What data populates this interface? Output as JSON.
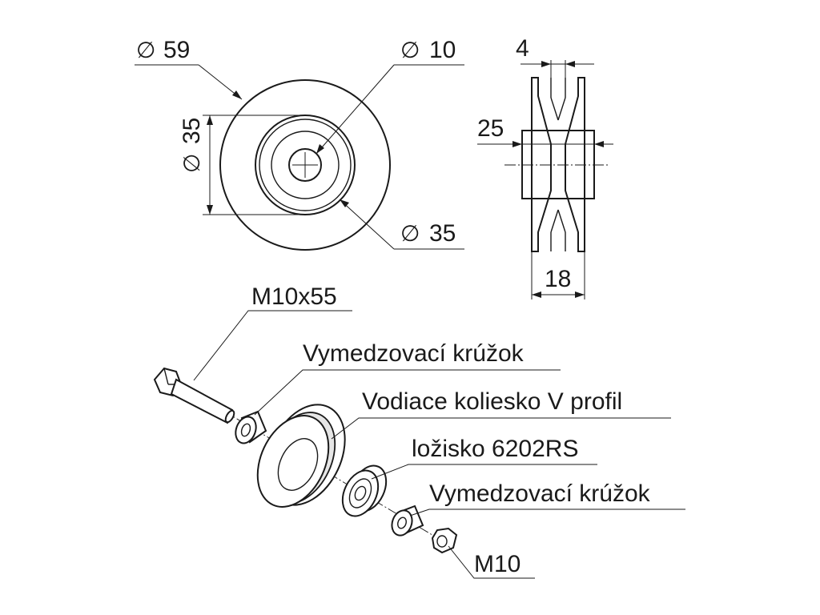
{
  "front_view": {
    "outer_diameter": {
      "symbol": "∅",
      "value": "59"
    },
    "bore_diameter": {
      "symbol": "∅",
      "value": "10"
    },
    "hub_diameter_vertical": {
      "symbol": "∅",
      "value": "35"
    },
    "bearing_diameter": {
      "symbol": "∅",
      "value": "35"
    }
  },
  "side_view": {
    "groove_width": "4",
    "hub_height": "25",
    "total_width": "18"
  },
  "exploded_view": {
    "labels": {
      "bolt": "M10x55",
      "spacer_1": "Vymedzovací krúžok",
      "wheel": "Vodiace koliesko V profil",
      "bearing": "ložisko 6202RS",
      "spacer_2": "Vymedzovací krúžok",
      "nut": "M10"
    }
  }
}
